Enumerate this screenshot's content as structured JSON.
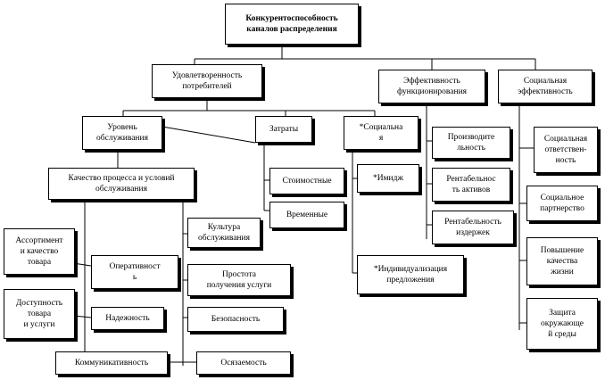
{
  "nodes": {
    "root": "Конкурентоспособность\nканалов распределения",
    "satisfaction": "Удовлетворенность\nпотребителей",
    "func_eff": "Эффективность\nфункционирования",
    "soc_eff": "Социальная\nэффективность",
    "service_level": "Уровень\nобслуживания",
    "costs": "Затраты",
    "social": "*Социальна\nя",
    "productivity": "Производите\nльность",
    "social_resp": "Социальная\nответствен-\nность",
    "quality": "Качество процесса и условий\nобслуживания",
    "cost_monetary": "Стоимостные",
    "image": "*Имидж",
    "asset_profit": "Рентабельнос\nть активов",
    "partnership": "Социальное\nпартнерство",
    "time_costs": "Временные",
    "cost_profit": "Рентабельность\nиздержек",
    "assortment": "Ассортимент\nи качество\nтовара",
    "service_culture": "Культура\nобслуживания",
    "life_quality": "Повышение\nкачества\nжизни",
    "promptness": "Оперативност\nь",
    "simplicity": "Простота\nполучения услуги",
    "individualization": "*Индивидуализация\nпредложения",
    "availability": "Доступность\nтовара\nи услуги",
    "reliability": "Надежность",
    "safety": "Безопасность",
    "environment": "Защита\nокружающе\nй среды",
    "communicativeness": "Коммуникативность",
    "tangibility": "Осязаемость"
  }
}
